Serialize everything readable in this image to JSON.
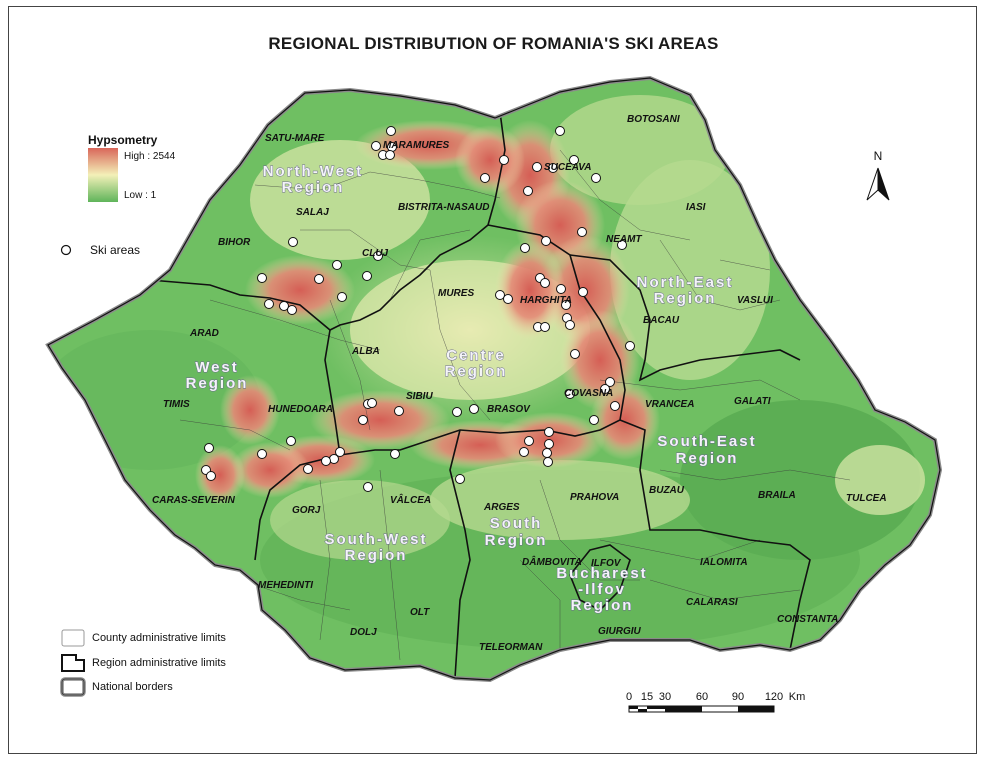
{
  "title": "REGIONAL DISTRIBUTION OF ROMANIA'S SKI AREAS",
  "legend": {
    "hypsometry_title": "Hypsometry",
    "high_label": "High : 2544",
    "low_label": "Low : 1",
    "ski_label": "Ski areas",
    "county_limits": "County administrative limits",
    "region_limits": "Region administrative limits",
    "national_borders": "National borders"
  },
  "colors": {
    "high": "#d9665a",
    "mid": "#f3f0b8",
    "low": "#5fb45a",
    "border": "#111111"
  },
  "north_arrow": "N",
  "scale": {
    "ticks": [
      "0",
      "15",
      "30",
      "60",
      "90",
      "120"
    ],
    "unit": "Km"
  },
  "counties": [
    "SATU-MARE",
    "MARAMURES",
    "BOTOSANI",
    "SUCEAVA",
    "BISTRITA-NASAUD",
    "SALAJ",
    "IASI",
    "BIHOR",
    "CLUJ",
    "NEAMT",
    "MURES",
    "HARGHITA",
    "VASLUI",
    "BACAU",
    "ARAD",
    "ALBA",
    "COVASNA",
    "SIBIU",
    "BRASOV",
    "VRANCEA",
    "GALATI",
    "TIMIS",
    "HUNEDOARA",
    "BUZAU",
    "BRAILA",
    "TULCEA",
    "CARAS-SEVERIN",
    "GORJ",
    "VÂLCEA",
    "ARGES",
    "PRAHOVA",
    "IALOMITA",
    "DÂMBOVITA",
    "ILFOV",
    "MEHEDINTI",
    "CALARASI",
    "CONSTANTA",
    "OLT",
    "DOLJ",
    "GIURGIU",
    "TELEORMAN"
  ],
  "regions": {
    "north_west": [
      "North-West",
      "Region"
    ],
    "north_east": [
      "North-East",
      "Region"
    ],
    "west": [
      "West",
      "Region"
    ],
    "centre": [
      "Centre",
      "Region"
    ],
    "south_east": [
      "South-East",
      "Region"
    ],
    "south_west": [
      "South-West",
      "Region"
    ],
    "south": [
      "South",
      "Region"
    ],
    "bucharest": [
      "Bucharest",
      "-Ilfov",
      "Region"
    ]
  }
}
